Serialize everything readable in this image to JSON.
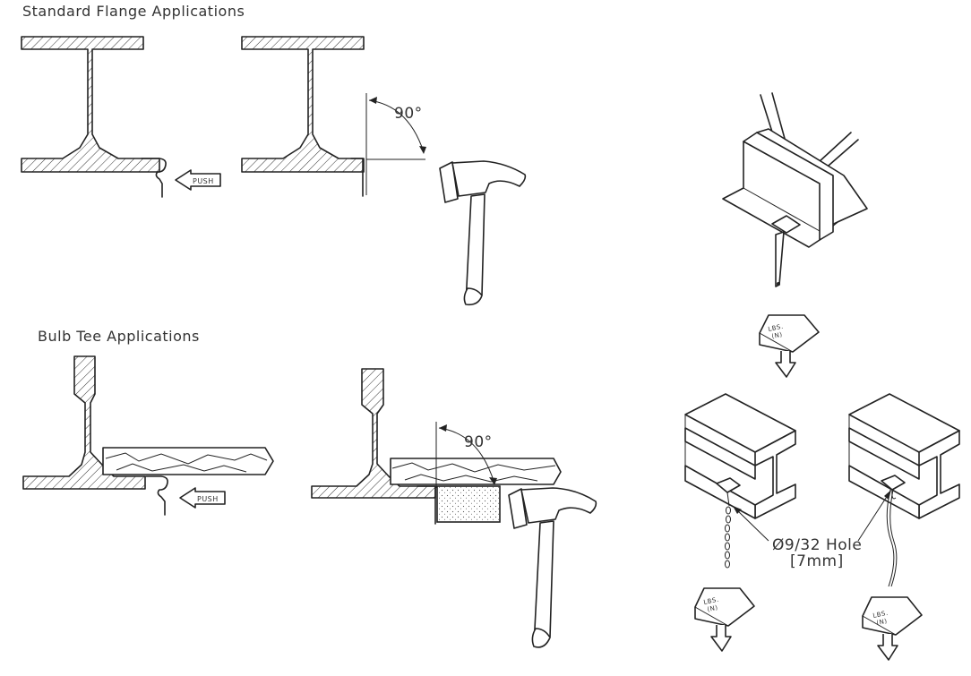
{
  "sections": {
    "standard_flange": "Standard Flange Applications",
    "bulb_tee": "Bulb Tee Applications"
  },
  "labels": {
    "push": "PUSH",
    "angle": "90°",
    "hole_size": "Ø9/32 Hole",
    "hole_metric": "[7mm]",
    "weight_unit": "LBS.",
    "weight_unit_metric": "(N)"
  }
}
